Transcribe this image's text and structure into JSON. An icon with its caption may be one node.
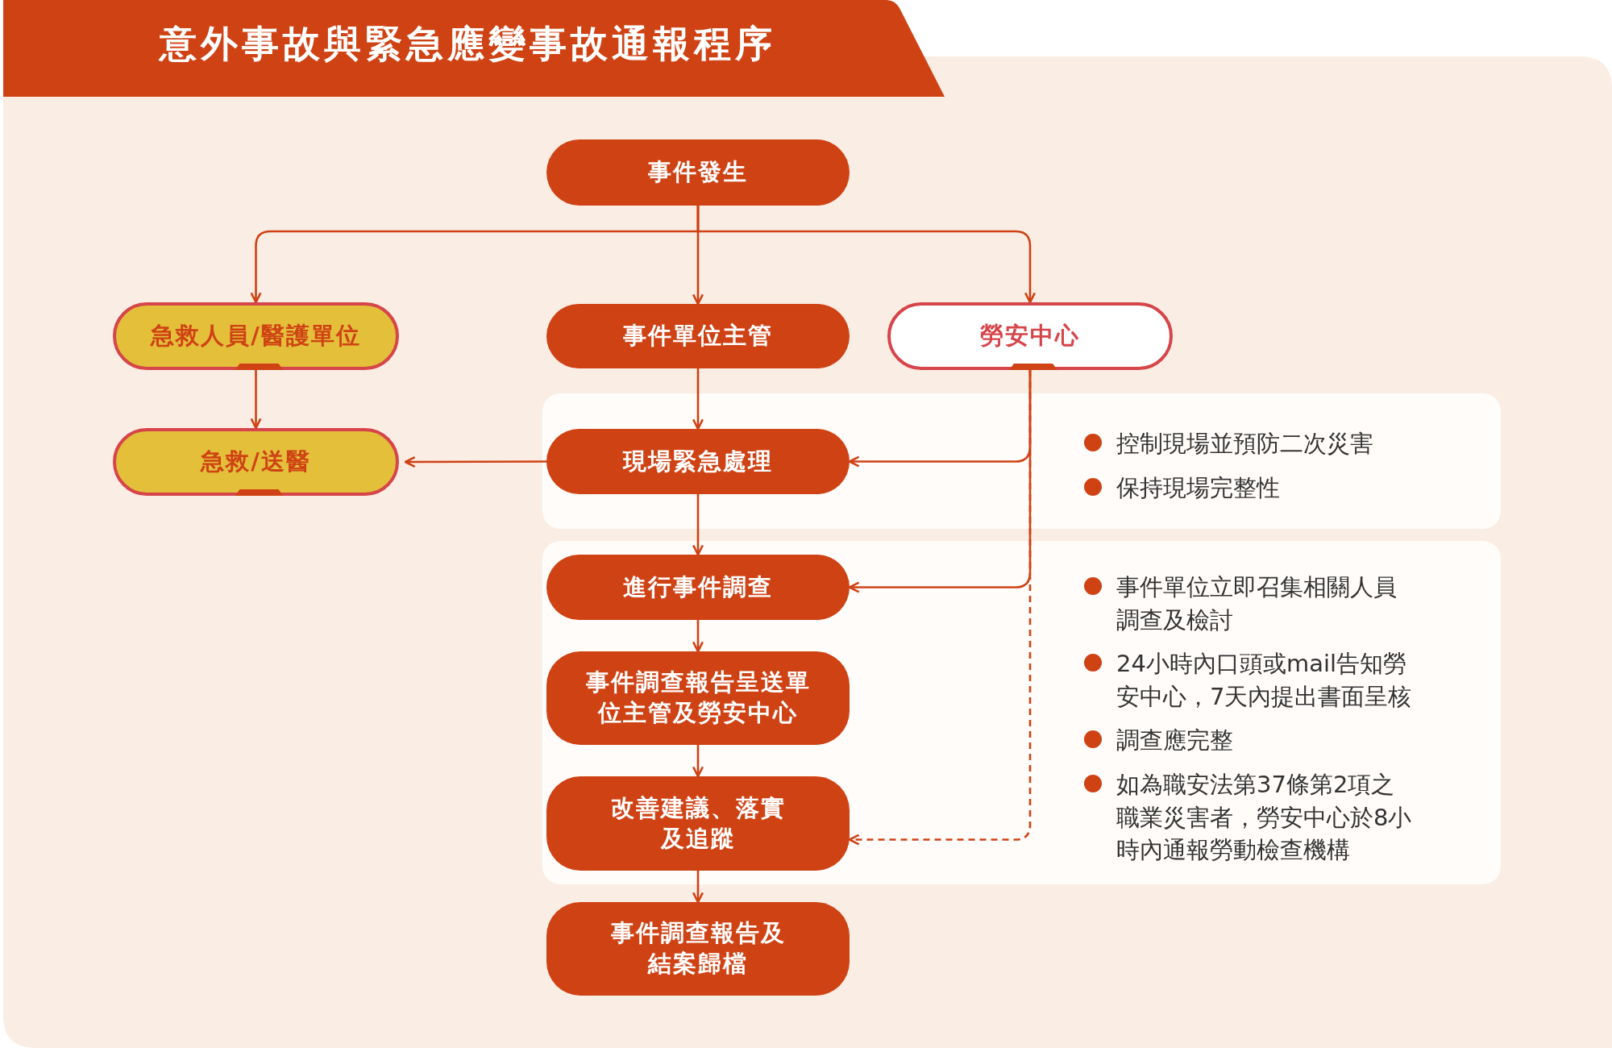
{
  "diagram": {
    "title": "意外事故與緊急應變事故通報程序",
    "nodes": [
      {
        "text": [
          "事件發生"
        ]
      },
      {
        "text": [
          "急救人員/醫護單位"
        ]
      },
      {
        "text": [
          "事件單位主管"
        ]
      },
      {
        "text": [
          "勞安中心"
        ]
      },
      {
        "text": [
          "控制現場並預防二次災害",
          "保持現場完整性"
        ]
      },
      {
        "text": [
          "急救/送醫"
        ]
      },
      {
        "text": [
          "現場緊急處理"
        ],
        "in": 4
      },
      {
        "text": [
          "事件單位立即召集相關人員調查及檢討",
          "24小時內口頭或mail告知勞安中心，7天內提出書面呈核",
          "調查應完整",
          "如為職安法第37條第2項之職業災害者，勞安中心於8小時內通報勞動檢查機構"
        ]
      },
      {
        "text": [
          "進行事件調查"
        ],
        "in": 7
      },
      {
        "text": [
          "事件調查報告呈送單位主管及勞安中心"
        ],
        "in": 7
      },
      {
        "text": [
          "改善建議、落實及追蹤"
        ],
        "in": 7
      },
      {
        "text": [
          "事件調查報告及結案歸檔"
        ]
      }
    ],
    "edges": [
      {
        "from": 0,
        "to": 1,
        "arrow": "to"
      },
      {
        "from": 0,
        "to": 2,
        "arrow": "to"
      },
      {
        "from": 0,
        "to": 3,
        "arrow": "to"
      },
      {
        "from": 1,
        "to": 5,
        "arrow": "to"
      },
      {
        "from": 2,
        "to": 6,
        "arrow": "to"
      },
      {
        "from": 6,
        "to": 5,
        "arrow": "to"
      },
      {
        "from": 3,
        "to": 6,
        "arrow": "to"
      },
      {
        "from": 3,
        "to": 8,
        "arrow": "to"
      },
      {
        "from": 3,
        "to": 10,
        "arrow": "to",
        "style": "dashed"
      },
      {
        "from": 6,
        "to": 8,
        "arrow": "to"
      },
      {
        "from": 8,
        "to": 9,
        "arrow": "to"
      },
      {
        "from": 9,
        "to": 10,
        "arrow": "to"
      },
      {
        "from": 10,
        "to": 11,
        "arrow": "to"
      }
    ]
  }
}
